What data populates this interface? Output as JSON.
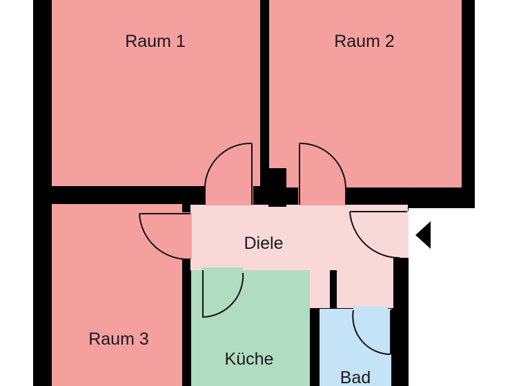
{
  "rooms": {
    "raum1": {
      "label": "Raum 1",
      "color": "#f4a09f"
    },
    "raum2": {
      "label": "Raum 2",
      "color": "#f4a09f"
    },
    "raum3": {
      "label": "Raum 3",
      "color": "#f4a09f"
    },
    "diele": {
      "label": "Diele",
      "color": "#f8d9d8"
    },
    "kueche": {
      "label": "Küche",
      "color": "#b0dcc1"
    },
    "bad": {
      "label": "Bad",
      "color": "#c4e3f6"
    }
  },
  "colors": {
    "wall": "#000000",
    "background": "#ffffff"
  },
  "icons": {
    "entrance": "triangle-left-icon"
  }
}
